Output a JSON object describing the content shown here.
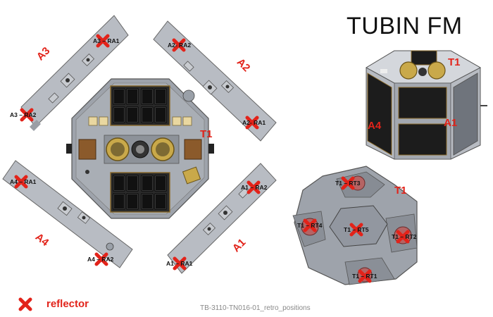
{
  "title": "TUBIN FM",
  "legend": {
    "icon": "reflector-x-icon",
    "label": "reflector",
    "color": "#e2231a"
  },
  "document_id": "TB-3110-TN016-01_retro_positions",
  "arms": [
    {
      "id": "A3",
      "label": "A3",
      "reflectors": [
        "A3 – RA1",
        "A3 – RA2"
      ]
    },
    {
      "id": "A2",
      "label": "A2",
      "reflectors": [
        "A2- RA2",
        "A2- RA1"
      ]
    },
    {
      "id": "A4",
      "label": "A4",
      "reflectors": [
        "A4 – RA1",
        "A4 – RA2"
      ]
    },
    {
      "id": "A1",
      "label": "A1",
      "reflectors": [
        "A1 – RA2",
        "A1 – RA1"
      ]
    }
  ],
  "top_panel_label": "T1",
  "top_view": {
    "label": "T1",
    "reflectors": [
      "T1 – RT3",
      "T1 – RT4",
      "T1 – RT5",
      "T1 – RT2",
      "T1 – RT1"
    ]
  },
  "iso_view": {
    "labels": [
      "T1",
      "A4",
      "A1"
    ]
  }
}
